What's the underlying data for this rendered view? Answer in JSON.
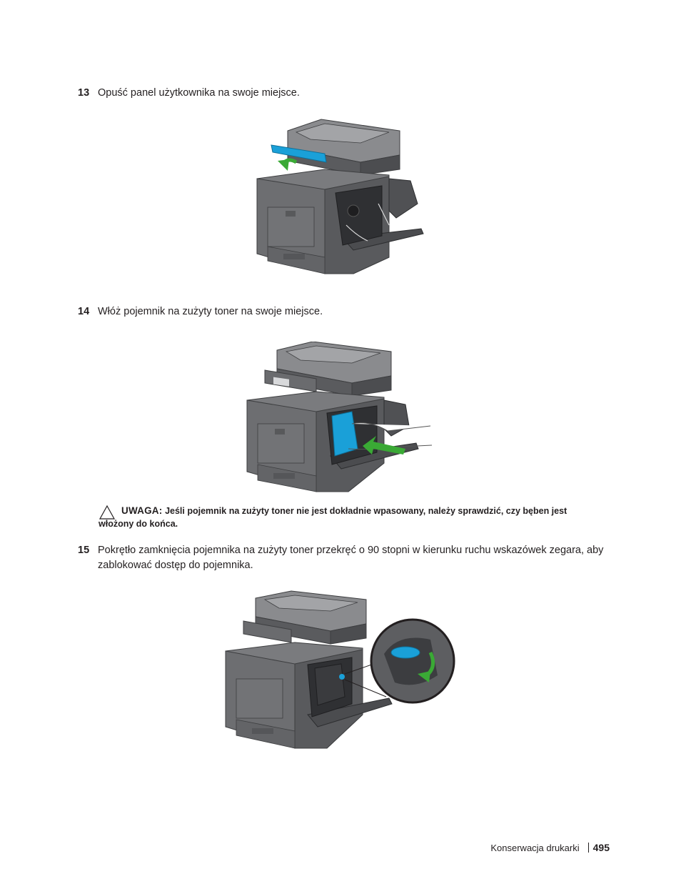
{
  "steps": [
    {
      "number": "13",
      "text": "Opuść panel użytkownika na swoje miejsce."
    },
    {
      "number": "14",
      "text": "Włóż pojemnik na zużyty toner na swoje miejsce."
    },
    {
      "number": "15",
      "text": "Pokrętło zamknięcia pojemnika na zużyty toner przekręć o 90 stopni w kierunku ruchu wskazówek zegara, aby zablokować dostęp do pojemnika."
    }
  ],
  "note": {
    "label": "UWAGA:",
    "text": "Jeśli pojemnik na zużyty toner nie jest dokładnie wpasowany, należy sprawdzić, czy bęben jest włożony do końca."
  },
  "footer": {
    "section": "Konserwacja drukarki",
    "page": "495"
  },
  "colors": {
    "accent_blue": "#1aa0d8",
    "accent_green": "#3aa935",
    "printer_gray": "#6d6e71"
  }
}
